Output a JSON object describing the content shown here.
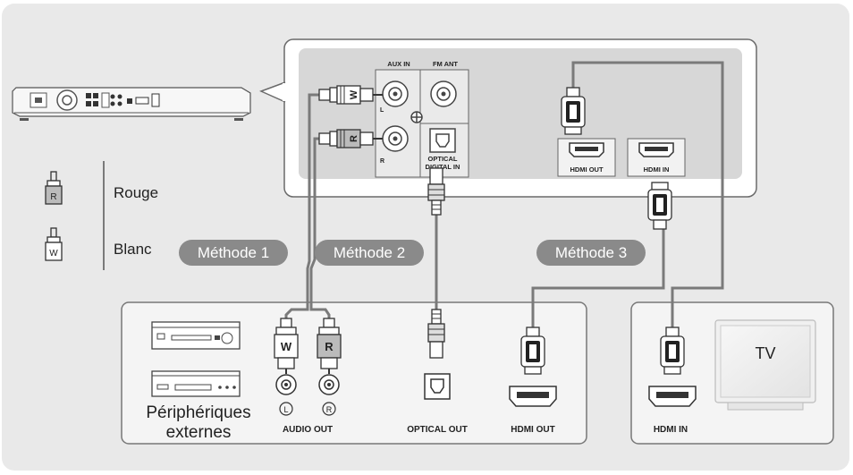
{
  "panel_labels": {
    "aux_in": "AUX IN",
    "fm_ant": "FM ANT",
    "left": "L",
    "right": "R",
    "optical": "OPTICAL",
    "digital_in": "DIGITAL IN",
    "hdmi_out": "HDMI OUT",
    "hdmi_in": "HDMI IN"
  },
  "plug_letters": {
    "white": "W",
    "red": "R"
  },
  "legend": {
    "rouge": "Rouge",
    "blanc": "Blanc",
    "rouge_plug": "R",
    "blanc_plug": "W"
  },
  "methods": {
    "m1": "Méthode 1",
    "m2": "Méthode 2",
    "m3": "Méthode 3"
  },
  "external": {
    "line1": "Périphériques",
    "line2": "externes",
    "audio_out": "AUDIO OUT",
    "left_mark": "L",
    "right_mark": "R",
    "optical_out": "OPTICAL OUT",
    "hdmi_out": "HDMI OUT"
  },
  "tv": {
    "label": "TV",
    "hdmi_in": "HDMI IN"
  },
  "colors": {
    "background": "#e9e9e9",
    "panel": "#d7d7d7",
    "box": "#f4f4f4",
    "method_pill": "#8a8a8a",
    "cable": "#7a7a7a",
    "stroke": "#555555"
  }
}
